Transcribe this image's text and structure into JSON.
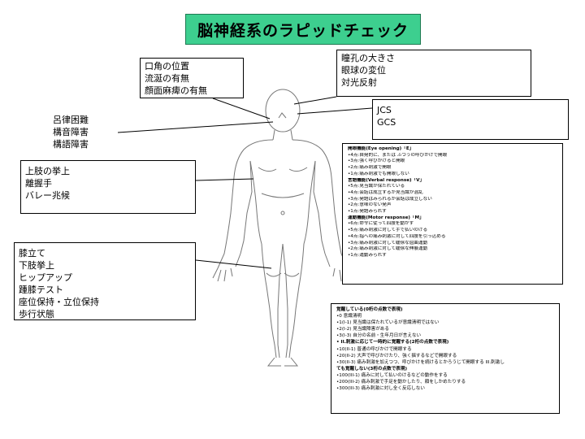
{
  "title": "脳神経系のラピッドチェック",
  "boxes": {
    "face": [
      "口角の位置",
      "流涎の有無",
      "顔面麻痺の有無"
    ],
    "eyes": [
      "瞳孔の大きさ",
      "眼球の変位",
      "対光反射"
    ],
    "consciousness": [
      "JCS",
      "GCS"
    ],
    "speech": [
      "呂律困難",
      "構音障害",
      "構語障害"
    ],
    "upper_limb": [
      "上肢の挙上",
      "離握手",
      "バレー兆候"
    ],
    "lower_limb": [
      "膝立て",
      "下肢挙上",
      "ヒップアップ",
      "踵膝テスト",
      "座位保持・立位保持",
      "歩行状態"
    ]
  },
  "gcs": {
    "lines": [
      {
        "text": "開眼機能(Eye opening)「E」",
        "bold": true
      },
      {
        "text": "•4点:自発的に、または ふつうの呼びかけで開眼",
        "bold": false
      },
      {
        "text": "•3点:強く呼びかけると開眼",
        "bold": false
      },
      {
        "text": "•2点:痛み刺激で開眼",
        "bold": false
      },
      {
        "text": "•1点:痛み刺激でも開眼しない",
        "bold": false
      },
      {
        "text": "言語機能(Verbal response)「V」",
        "bold": true
      },
      {
        "text": "•5点:見当識が保たれている",
        "bold": false
      },
      {
        "text": "•4点:会話は成立するが見当識が混乱",
        "bold": false
      },
      {
        "text": "•3点:発語はみられるが会話は成立しない",
        "bold": false
      },
      {
        "text": "•2点:意味のない発声",
        "bold": false
      },
      {
        "text": "•1点:発語みられず",
        "bold": false
      },
      {
        "text": "運動機能(Motor response)「M」",
        "bold": true
      },
      {
        "text": "•6点:命令に従って四肢を動かす",
        "bold": false
      },
      {
        "text": "•5点:痛み刺激に対して手で払いのける",
        "bold": false
      },
      {
        "text": "•4点:指への痛み刺激に対して四肢を引っ込める",
        "bold": false
      },
      {
        "text": "•3点:痛み刺激に対して緩徐な屈曲運動",
        "bold": false
      },
      {
        "text": "•2点:痛み刺激に対して緩徐な伸展運動",
        "bold": false
      },
      {
        "text": "•1点:運動みられず",
        "bold": false
      }
    ]
  },
  "jcs": {
    "lines": [
      {
        "text": "覚醒している(0桁の点数で表現)",
        "bold": true
      },
      {
        "text": "•0 意識清明",
        "bold": false
      },
      {
        "text": "•1(I-1) 見当識は保たれているが意識清明ではない",
        "bold": false
      },
      {
        "text": "•2(I-2) 見当識障害がある",
        "bold": false
      },
      {
        "text": "•3(I-3) 自分の名前・生年月日が言えない",
        "bold": false
      },
      {
        "text": "• II.刺激に応じて一時的に覚醒する(2桁の点数で表現)",
        "bold": true
      },
      {
        "text": "•10(II-1) 普通の呼びかけで開眼する",
        "bold": false
      },
      {
        "text": "•20(II-2) 大声で呼びかけたり、強く揺するなどで開眼する",
        "bold": false
      },
      {
        "text": "•30(II-3) 痛み刺激を加えつつ、呼びかけを続けるとかろうじて開眼する III.刺激し",
        "bold": false
      },
      {
        "text": "ても覚醒しない(3桁の点数で表現)",
        "bold": true
      },
      {
        "text": "•100(III-1) 痛みに対して払いのけるなどの動作をする",
        "bold": false
      },
      {
        "text": "•200(III-2) 痛み刺激で手足を動かしたり、顔をしかめたりする",
        "bold": false
      },
      {
        "text": "•300(III-3) 痛み刺激に対し全く反応しない",
        "bold": false
      }
    ]
  }
}
